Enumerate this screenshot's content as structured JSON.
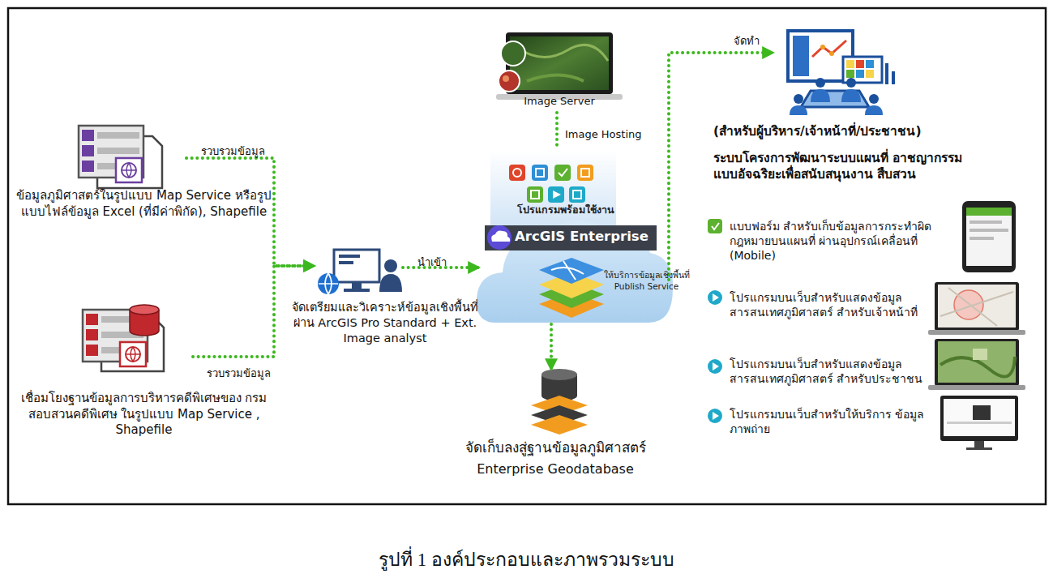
{
  "diagram": {
    "caption": "รูปที่ 1 องค์ประกอบและภาพรวมระบบ",
    "nodes": [
      {
        "text": [
          "ข้อมูลภูมิศาสตร์ในรูปแบบ Map Service หรือรูปแบบไฟล์ข้อมูล Excel (ที่มีค่าพิกัด), Shapefile"
        ]
      },
      {
        "text": [
          "เชื่อมโยงฐานข้อมูลการบริหารคดีพิเศษของ กรมสอบสวนคดีพิเศษ ในรูปแบบ Map Service , Shapefile"
        ]
      },
      {
        "text": [
          "จัดเตรียมและวิเคราะห์ข้อมูลเชิงพื้นที่ ผ่าน ArcGIS Pro Standard + Ext. Image analyst"
        ]
      },
      {
        "text": [
          "Image Server"
        ]
      },
      {
        "text": [
          "โปรแกรมพร้อมใช้งาน",
          "ArcGIS Enterprise",
          "ให้บริการข้อมูลเชิงพื้นที่ Publish Service"
        ]
      },
      {
        "text": [
          "จัดเก็บลงสู่ฐานข้อมูลภูมิศาสตร์",
          "Enterprise Geodatabase"
        ]
      },
      {
        "text": [
          "(สำหรับผู้บริหาร/เจ้าหน้าที่/ประชาชน)",
          "ระบบโครงการพัฒนาระบบแผนที่ อาชญากรรมแบบอัจฉริยะเพื่อสนับสนุนงาน สืบสวน"
        ]
      },
      {
        "text": [
          "แบบฟอร์ม สำหรับเก็บข้อมูลการกระทำผิด กฎหมายบนแผนที่ ผ่านอุปกรณ์เคลื่อนที่ (Mobile)"
        ],
        "in": 6
      },
      {
        "text": [
          "โปรแกรมบนเว็บสำหรับแสดงข้อมูล สารสนเทศภูมิศาสตร์ สำหรับเจ้าหน้าที่"
        ],
        "in": 6
      },
      {
        "text": [
          "โปรแกรมบนเว็บสำหรับแสดงข้อมูล สารสนเทศภูมิศาสตร์ สำหรับประชาชน"
        ],
        "in": 6
      },
      {
        "text": [
          "โปรแกรมบนเว็บสำหรับให้บริการ ข้อมูลภาพถ่าย"
        ],
        "in": 6
      }
    ],
    "edges": [
      {
        "from": 0,
        "to": 2,
        "label": "รวบรวมข้อมูล",
        "arrow": "to"
      },
      {
        "from": 1,
        "to": 2,
        "label": "รวบรวมข้อมูล",
        "arrow": "to"
      },
      {
        "from": 2,
        "to": 4,
        "label": "นำเข้า",
        "arrow": "to"
      },
      {
        "from": 3,
        "to": 4,
        "label": "Image Hosting",
        "arrow": "none"
      },
      {
        "from": 4,
        "to": 5,
        "arrow": "to"
      },
      {
        "from": 4,
        "to": 6,
        "label": "จัดทำ",
        "arrow": "to"
      }
    ]
  }
}
